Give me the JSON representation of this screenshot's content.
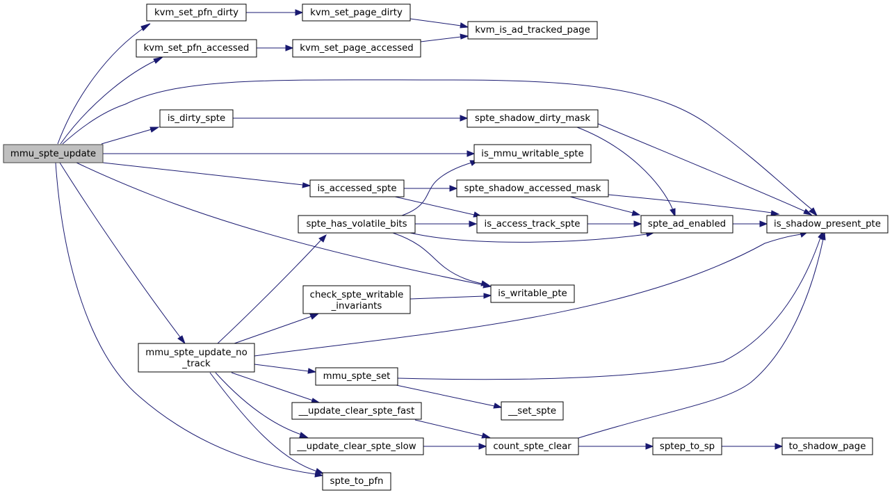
{
  "nodes": {
    "mmu_spte_update": "mmu_spte_update",
    "kvm_set_pfn_dirty": "kvm_set_pfn_dirty",
    "kvm_set_page_dirty": "kvm_set_page_dirty",
    "kvm_is_ad_tracked_page": "kvm_is_ad_tracked_page",
    "kvm_set_pfn_accessed": "kvm_set_pfn_accessed",
    "kvm_set_page_accessed": "kvm_set_page_accessed",
    "is_dirty_spte": "is_dirty_spte",
    "spte_shadow_dirty_mask": "spte_shadow_dirty_mask",
    "is_mmu_writable_spte": "is_mmu_writable_spte",
    "is_accessed_spte": "is_accessed_spte",
    "spte_shadow_accessed_mask": "spte_shadow_accessed_mask",
    "spte_has_volatile_bits": "spte_has_volatile_bits",
    "is_access_track_spte": "is_access_track_spte",
    "spte_ad_enabled": "spte_ad_enabled",
    "is_shadow_present_pte": "is_shadow_present_pte",
    "check_spte_writable_invariants_1": "check_spte_writable",
    "check_spte_writable_invariants_2": "_invariants",
    "is_writable_pte": "is_writable_pte",
    "mmu_spte_update_no_track_1": "mmu_spte_update_no",
    "mmu_spte_update_no_track_2": "_track",
    "mmu_spte_set": "mmu_spte_set",
    "__set_spte": "__set_spte",
    "__update_clear_spte_fast": "__update_clear_spte_fast",
    "__update_clear_spte_slow": "__update_clear_spte_slow",
    "count_spte_clear": "count_spte_clear",
    "sptep_to_sp": "sptep_to_sp",
    "to_shadow_page": "to_shadow_page",
    "spte_to_pfn": "spte_to_pfn"
  },
  "colors": {
    "edge": "#191970",
    "root_fill": "#bfbfbf",
    "node_fill": "#ffffff"
  }
}
